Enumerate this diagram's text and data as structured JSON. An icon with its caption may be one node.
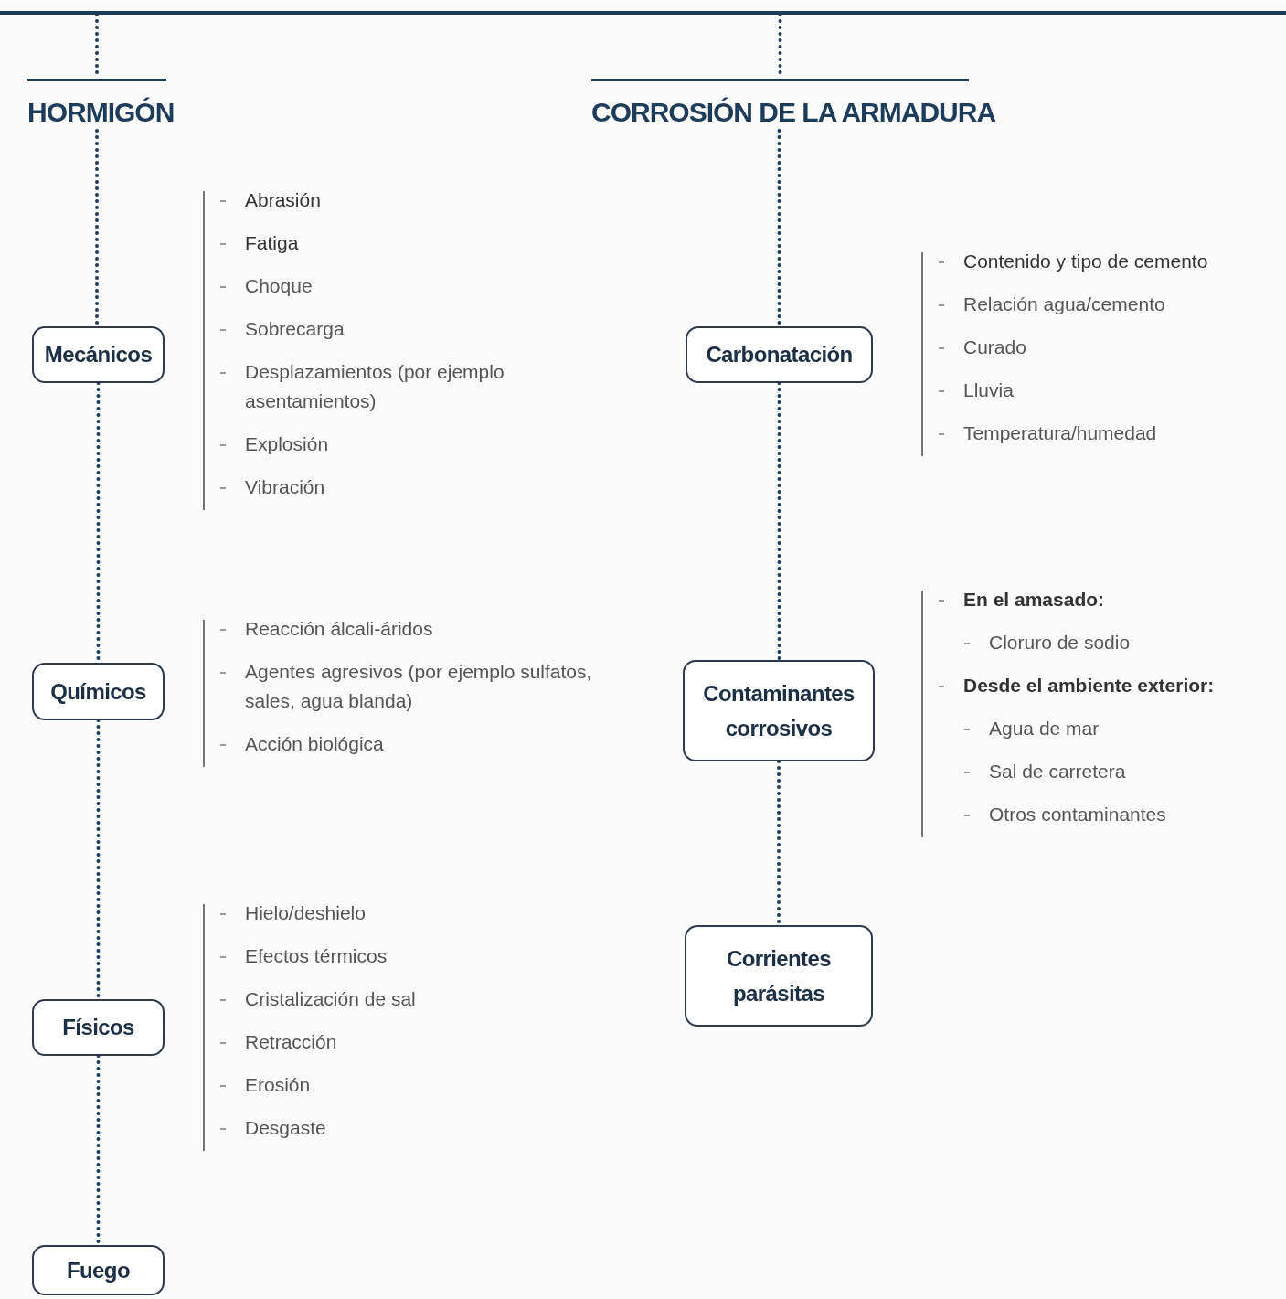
{
  "diagram": {
    "nodes": [
      {
        "text": [],
        "shape": "bar"
      },
      {
        "text": [
          "HORMIGÓN"
        ]
      },
      {
        "text": [
          "Mecánicos"
        ],
        "beside": [
          "Abrasión",
          "Fatiga",
          "Choque",
          "Sobrecarga",
          "Desplazamientos (por ejemplo asentamientos)",
          "Explosión",
          "Vibración"
        ]
      },
      {
        "text": [
          "Químicos"
        ],
        "beside": [
          "Reacción álcali-áridos",
          "Agentes agresivos (por ejemplo sulfatos, sales, agua blanda)",
          "Acción biológica"
        ]
      },
      {
        "text": [
          "Físicos"
        ],
        "beside": [
          "Hielo/deshielo",
          "Efectos térmicos",
          "Cristalización de sal",
          "Retracción",
          "Erosión",
          "Desgaste"
        ]
      },
      {
        "text": [
          "Fuego"
        ]
      },
      {
        "text": [
          "CORROSIÓN DE LA ARMADURA"
        ]
      },
      {
        "text": [
          "Carbonatación"
        ],
        "beside": [
          "Contenido y tipo de cemento",
          "Relación agua/cemento",
          "Curado",
          "Lluvia",
          "Temperatura/humedad"
        ]
      },
      {
        "text": [
          "Contaminantes corrosivos"
        ],
        "beside": [
          "En el amasado:",
          "Cloruro de sodio",
          "Desde el ambiente exterior:",
          "Agua de mar",
          "Sal de carretera",
          "Otros contaminantes"
        ]
      },
      {
        "text": [
          "Corrientes parásitas"
        ]
      }
    ],
    "edges": [
      {
        "from": 0,
        "to": 1,
        "arrow": "none"
      },
      {
        "from": 0,
        "to": 6,
        "arrow": "none"
      },
      {
        "from": 1,
        "to": 2,
        "arrow": "none"
      },
      {
        "from": 2,
        "to": 3,
        "arrow": "none"
      },
      {
        "from": 3,
        "to": 4,
        "arrow": "none"
      },
      {
        "from": 4,
        "to": 5,
        "arrow": "none"
      },
      {
        "from": 6,
        "to": 7,
        "arrow": "none"
      },
      {
        "from": 7,
        "to": 8,
        "arrow": "none"
      },
      {
        "from": 8,
        "to": 9,
        "arrow": "none"
      }
    ]
  }
}
